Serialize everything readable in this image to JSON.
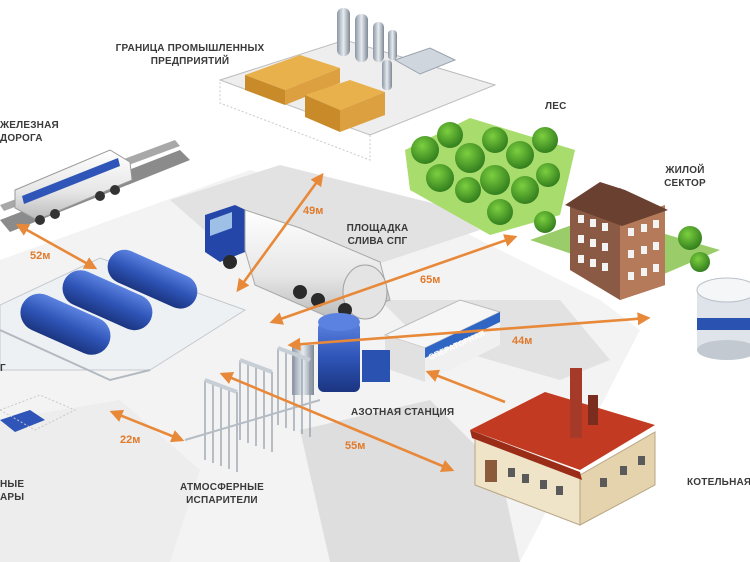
{
  "labels": {
    "industrial_border": "ГРАНИЦА ПРОМЫШЛЕННЫХ\nПРЕДПРИЯТИЙ",
    "railway": "ЖЕЛЕЗНАЯ\nДОРОГА",
    "forest": "ЛЕС",
    "residential": "ЖИЛОЙ\nСЕКТОР",
    "lng_unloading": "ПЛОЩАДКА\nСЛИВА СПГ",
    "operator_room": "ОПЕРАТОРНАЯ",
    "nitrogen_station": "АЗОТНАЯ СТАНЦИЯ",
    "atmospheric_vaporizers": "АТМОСФЕРНЫЕ\nИСПАРИТЕЛИ",
    "boiler_house": "КОТЕЛЬНАЯ",
    "left_partial_1": "Г",
    "left_partial_2": "НЫЕ\nАРЫ"
  },
  "distances": {
    "to_industrial": "49м",
    "to_railway": "52м",
    "to_residential": "65м",
    "to_boiler": "44м",
    "to_left": "22м",
    "to_road": "55м"
  },
  "colors": {
    "arrow": "#e8893a",
    "tank_blue": "#2f55b8",
    "roof_red": "#c23a22",
    "grass_green": "#5aa532",
    "road": "#dcdcdc",
    "ground": "#f1f1f1",
    "warehouse_orange": "#e3a23a"
  }
}
